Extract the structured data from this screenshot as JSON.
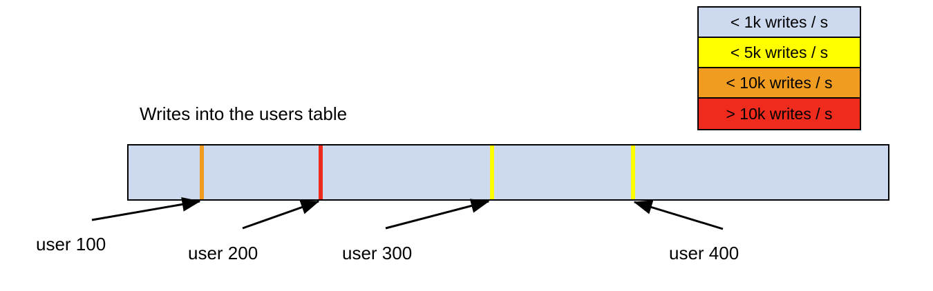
{
  "chart_data": {
    "type": "bar",
    "title": "Writes into the users table",
    "xlabel": "",
    "ylabel": "",
    "orientation": "horizontal-range-bar",
    "description": "A single horizontal bar representing the users table keyspace, shaded by write rate, with colored stripes marking hot rows and callout arrows labeling user ids.",
    "bar": {
      "base_color": "#ccd9ee",
      "base_category": "< 1k writes / s",
      "border_color": "#000000"
    },
    "categories": [
      "< 1k writes / s",
      "< 5k writes / s",
      "< 10k writes / s",
      "> 10k writes / s"
    ],
    "colors": [
      "#ccd9ee",
      "#ffff00",
      "#ef9c20",
      "#ee2b1c"
    ],
    "markers": [
      {
        "label": "user 100",
        "color": "#ef9c20",
        "category": "< 10k writes / s",
        "x_frac": 0.097
      },
      {
        "label": "user 200",
        "color": "#ee2b1c",
        "category": "> 10k writes / s",
        "x_frac": 0.253
      },
      {
        "label": "user 300",
        "color": "#ffff00",
        "category": "< 5k writes / s",
        "x_frac": 0.478
      },
      {
        "label": "user 400",
        "color": "#ffff00",
        "category": "< 5k writes / s",
        "x_frac": 0.662
      }
    ],
    "legend": {
      "position": "top-right",
      "entries": [
        {
          "label": "< 1k writes / s",
          "color": "#ccd9ee"
        },
        {
          "label": "< 5k writes / s",
          "color": "#ffff00"
        },
        {
          "label": "< 10k writes / s",
          "color": "#ef9c20"
        },
        {
          "label": "> 10k writes / s",
          "color": "#ee2b1c"
        }
      ]
    },
    "grid": false
  },
  "legend": {
    "rows": [
      {
        "label": "< 1k writes / s"
      },
      {
        "label": "< 5k writes / s"
      },
      {
        "label": "< 10k writes / s"
      },
      {
        "label": "> 10k writes / s"
      }
    ]
  },
  "diagram": {
    "title": "Writes into the users table",
    "callouts": [
      {
        "label": "user 100"
      },
      {
        "label": "user 200"
      },
      {
        "label": "user 300"
      },
      {
        "label": "user 400"
      }
    ]
  },
  "colors": {
    "bar_fill": "#ccd9ee",
    "blue": "#ccd9ee",
    "yellow": "#ffff00",
    "orange": "#ef9c20",
    "red": "#ee2b1c",
    "outline": "#000000",
    "background": "#ffffff"
  }
}
